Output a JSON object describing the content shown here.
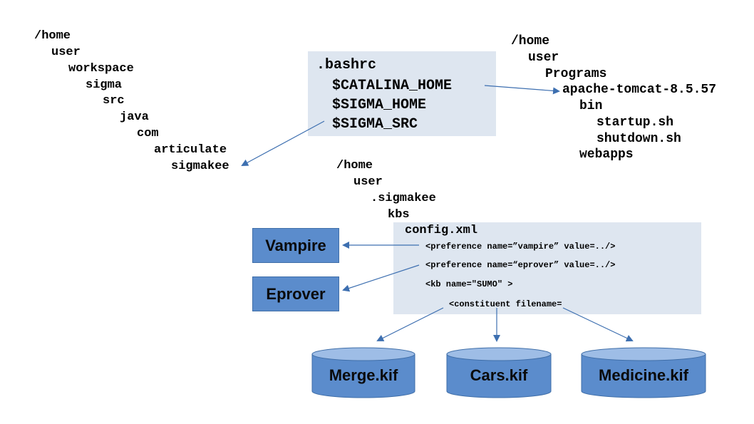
{
  "left_tree": [
    "/home",
    "user",
    "workspace",
    "sigma",
    "src",
    "java",
    "com",
    "articulate",
    "sigmakee"
  ],
  "bashrc": {
    "title": ".bashrc",
    "vars": [
      "$CATALINA_HOME",
      "$SIGMA_HOME",
      "$SIGMA_SRC"
    ]
  },
  "right_tree": [
    "/home",
    "user",
    "Programs",
    "apache-tomcat-8.5.57",
    "bin",
    "startup.sh",
    "shutdown.sh",
    "webapps"
  ],
  "middle_tree": [
    "/home",
    "user",
    ".sigmakee",
    "kbs"
  ],
  "config": {
    "title": "config.xml",
    "lines": [
      "<preference name=”vampire” value=../>",
      "<preference name=“eprover” value=../>",
      "<kb name=\"SUMO\" >",
      "<constituent filename="
    ]
  },
  "provers": [
    "Vampire",
    "Eprover"
  ],
  "kif_files": [
    "Merge.kif",
    "Cars.kif",
    "Medicine.kif"
  ],
  "colors": {
    "panel": "#dee6f0",
    "box": "#5b8ccc",
    "cylinder_top": "#9ebde6",
    "arrow": "#3d6fb0"
  }
}
